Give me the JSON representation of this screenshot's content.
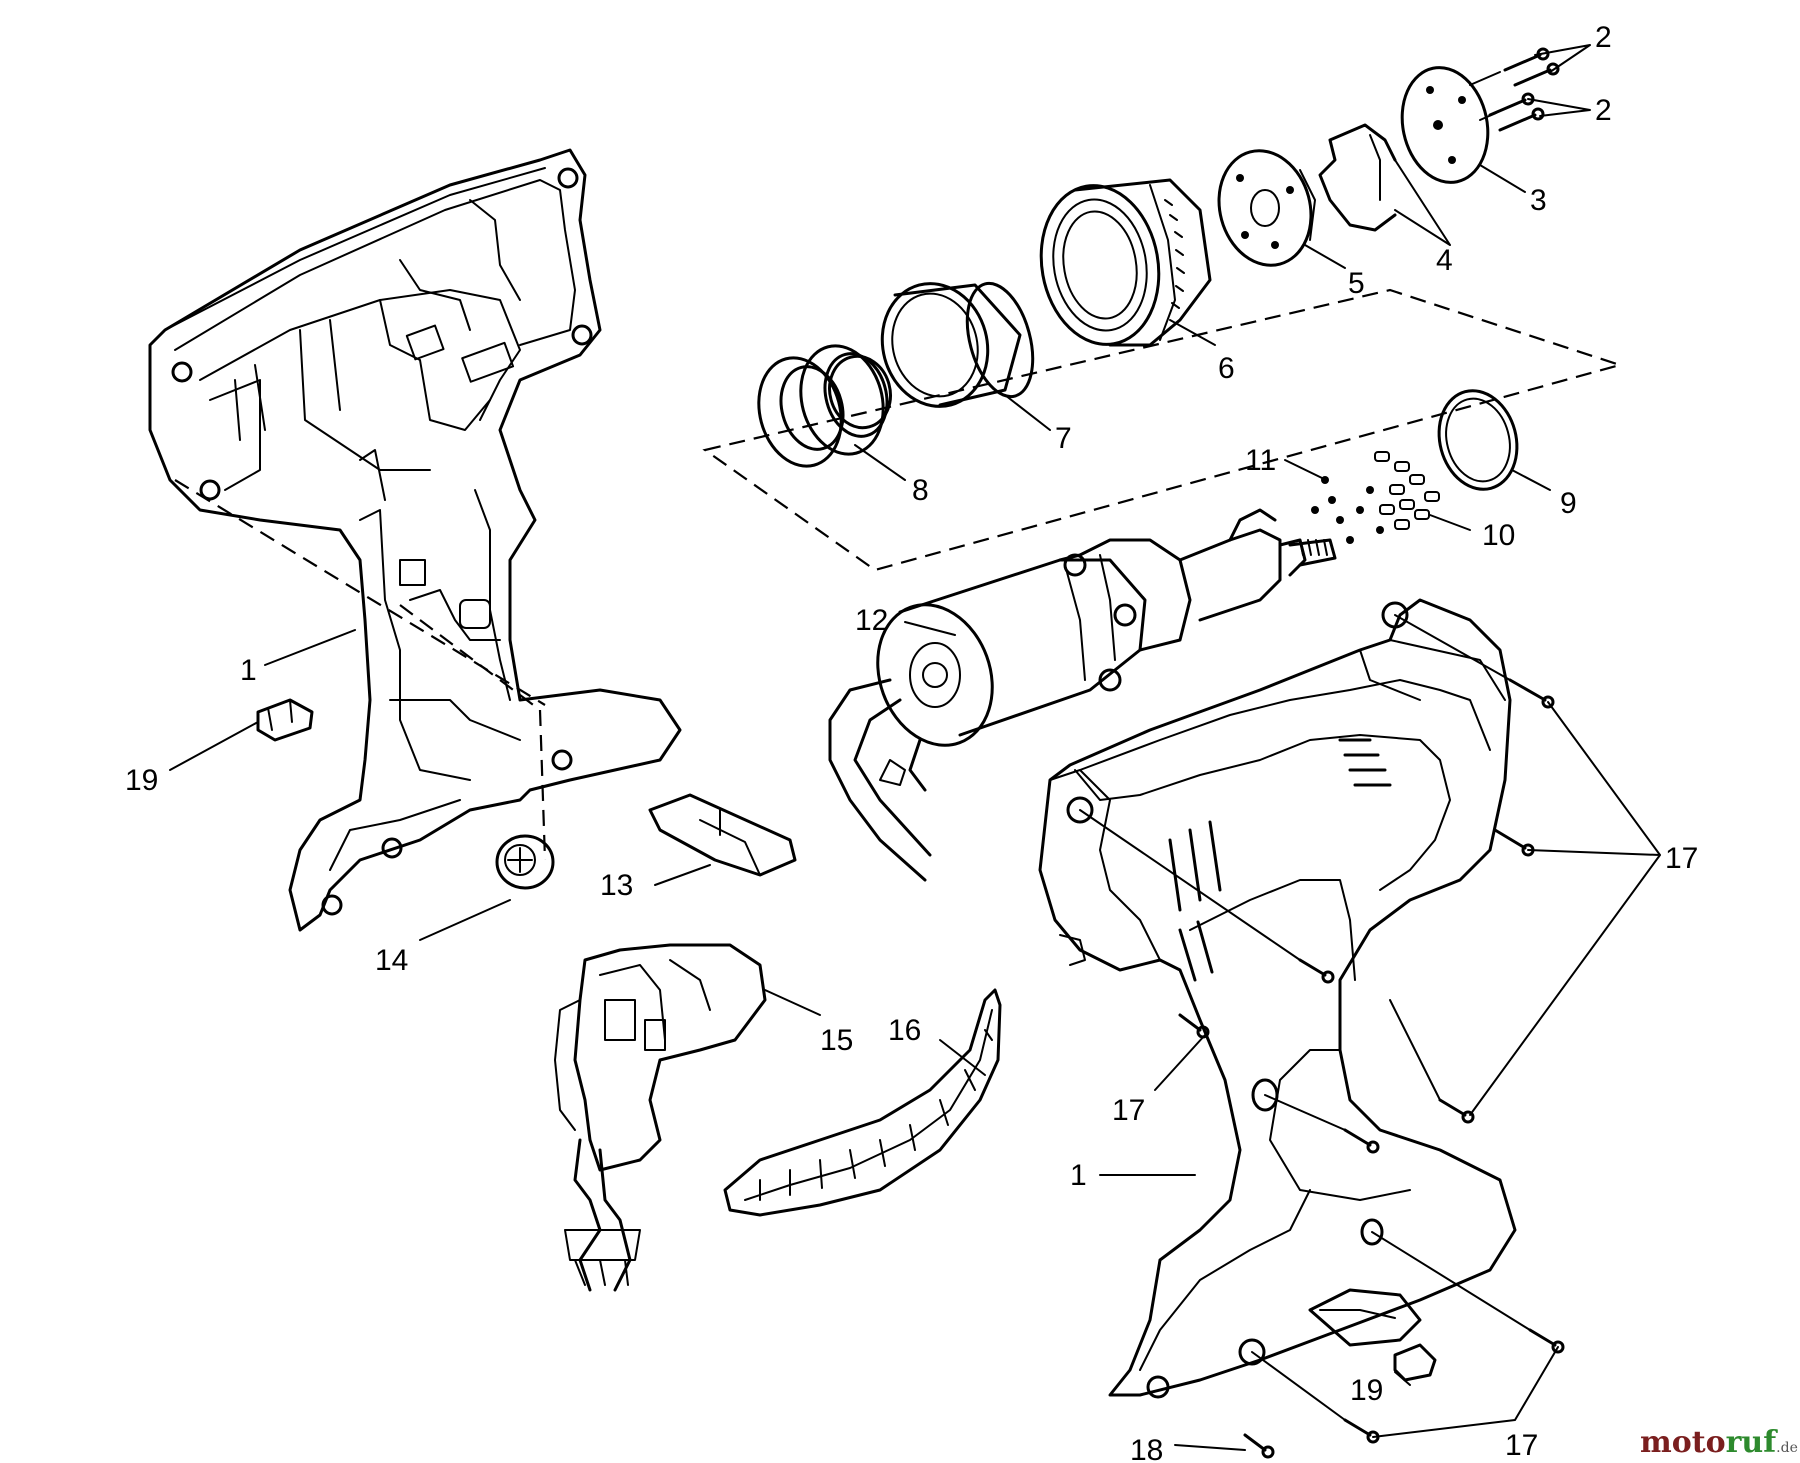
{
  "diagram": {
    "callouts": [
      {
        "id": "c1a",
        "text": "1"
      },
      {
        "id": "c1b",
        "text": "1"
      },
      {
        "id": "c2a",
        "text": "2"
      },
      {
        "id": "c2b",
        "text": "2"
      },
      {
        "id": "c3",
        "text": "3"
      },
      {
        "id": "c4",
        "text": "4"
      },
      {
        "id": "c5",
        "text": "5"
      },
      {
        "id": "c6",
        "text": "6"
      },
      {
        "id": "c7",
        "text": "7"
      },
      {
        "id": "c8",
        "text": "8"
      },
      {
        "id": "c9",
        "text": "9"
      },
      {
        "id": "c10",
        "text": "10"
      },
      {
        "id": "c11",
        "text": "11"
      },
      {
        "id": "c12",
        "text": "12"
      },
      {
        "id": "c13",
        "text": "13"
      },
      {
        "id": "c14",
        "text": "14"
      },
      {
        "id": "c15",
        "text": "15"
      },
      {
        "id": "c16",
        "text": "16"
      },
      {
        "id": "c17a",
        "text": "17"
      },
      {
        "id": "c17b",
        "text": "17"
      },
      {
        "id": "c17c",
        "text": "17"
      },
      {
        "id": "c18",
        "text": "18"
      },
      {
        "id": "c19a",
        "text": "19"
      },
      {
        "id": "c19b",
        "text": "19"
      }
    ]
  },
  "watermark": {
    "prefix": "moto",
    "middle": "ruf",
    "suffix": ".de",
    "colors": {
      "prefix": "#7a1e1e",
      "middle": "#2d8a2d",
      "suffix": "#555555"
    }
  }
}
